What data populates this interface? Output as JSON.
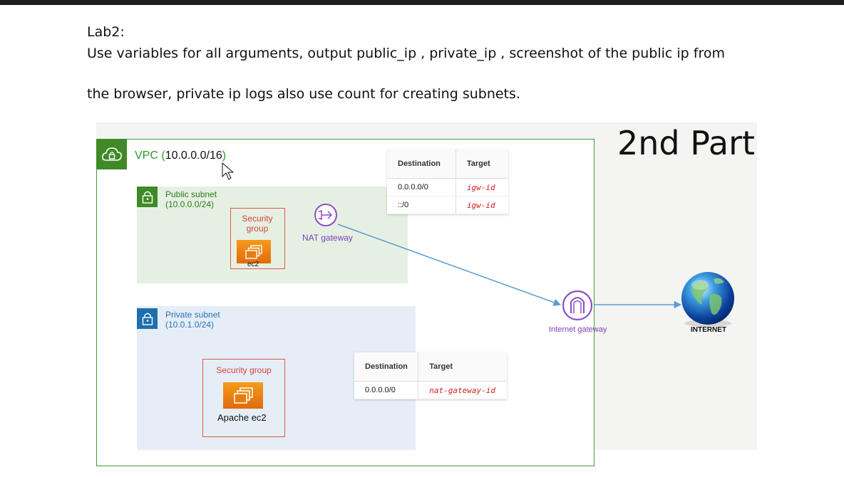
{
  "lab": {
    "title": "Lab2:",
    "line1": "Use variables for all arguments, output public_ip , private_ip , screenshot of the public ip from",
    "line2": "the browser, private ip logs also use count for creating subnets."
  },
  "diagram": {
    "part_title": "2nd Part",
    "vpc": {
      "prefix": "VPC (",
      "cidr": "10.0.0.0/16",
      "suffix": ")"
    },
    "public_subnet": {
      "name": "Public subnet",
      "cidr": "(10.0.0.0/24)"
    },
    "private_subnet": {
      "name": "Private subnet",
      "cidr": "(10.0.1.0/24)"
    },
    "public_sg": {
      "label_line1": "Security",
      "label_line2": "group",
      "instance_label": "ec2"
    },
    "private_sg": {
      "label": "Security group",
      "instance_label": "Apache ec2"
    },
    "nat_gateway": {
      "label": "NAT gateway"
    },
    "internet_gateway": {
      "label": "Internet gateway"
    },
    "internet": {
      "label": "INTERNET"
    },
    "route_table_public": {
      "headers": [
        "Destination",
        "Target"
      ],
      "rows": [
        [
          "0.0.0.0/0",
          "igw-id"
        ],
        [
          "::/0",
          "igw-id"
        ]
      ]
    },
    "route_table_private": {
      "headers": [
        "Destination",
        "Target"
      ],
      "rows": [
        [
          "0.0.0.0/0",
          "nat-gateway-id"
        ]
      ]
    },
    "colors": {
      "vpc_green": "#3f8a26",
      "private_blue": "#1f6fad",
      "security_group_red": "#e0574a",
      "gateway_purple": "#7b3fb6",
      "arrow_blue": "#5b9bd5",
      "ec2_orange": "#f49b1a",
      "route_target_red": "#d01b1b"
    },
    "icons": [
      "vpc-cloud-lock-icon",
      "subnet-lock-icon",
      "ec2-instances-icon",
      "nat-gateway-icon",
      "internet-gateway-icon",
      "globe-icon",
      "mouse-cursor-icon"
    ]
  }
}
